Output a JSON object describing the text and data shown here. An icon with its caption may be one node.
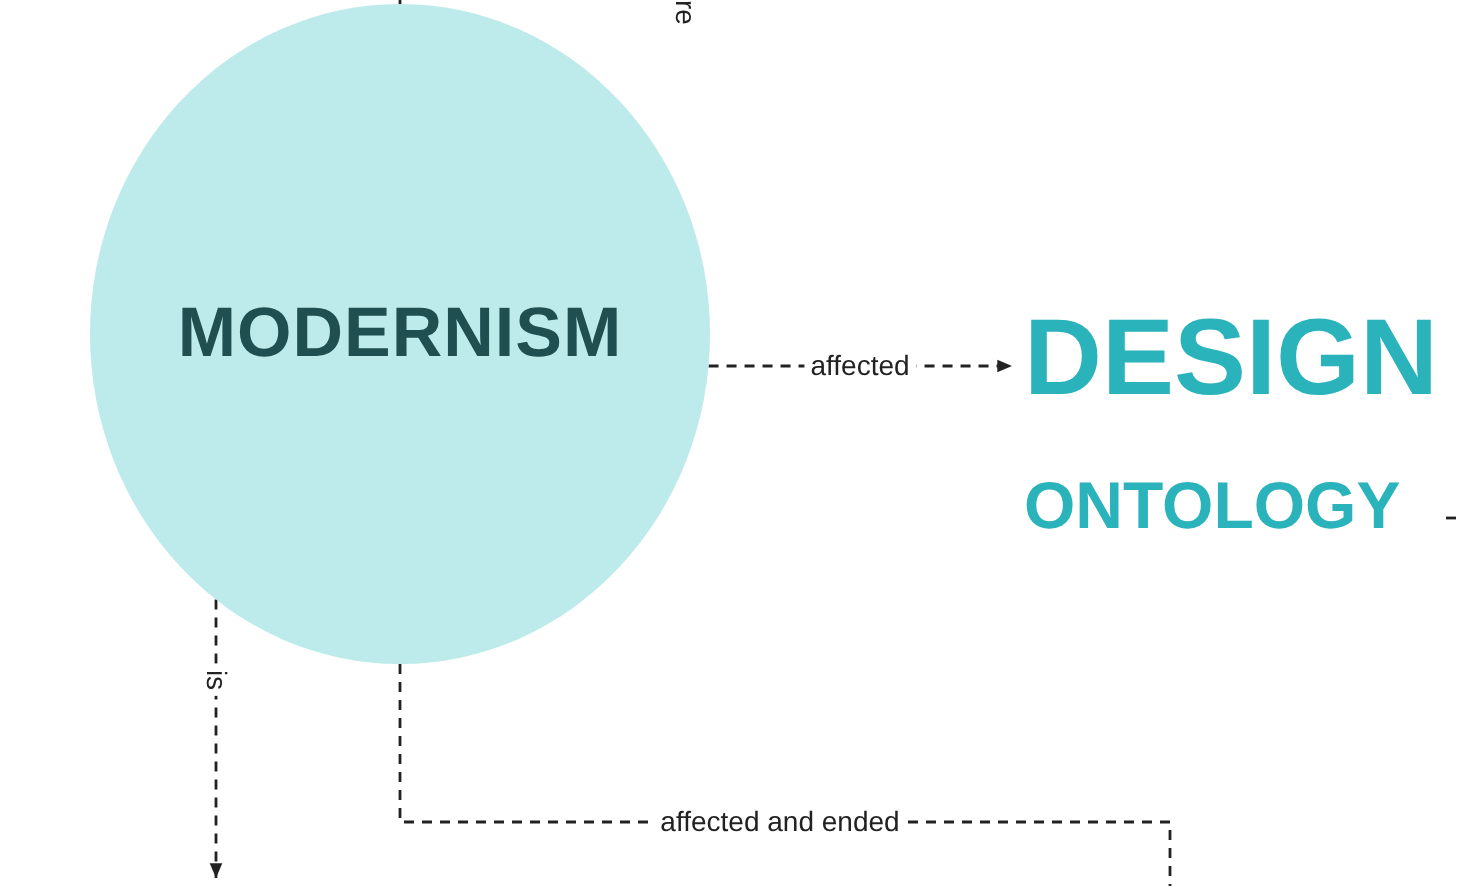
{
  "diagram": {
    "nodes": [
      {
        "text": [
          "MODERNISM"
        ]
      },
      {
        "text": [
          "DESIGN",
          "ONTOLOGY"
        ]
      }
    ],
    "edges": [
      {
        "from": 0,
        "to": 1,
        "arrow": "to",
        "label": "affected",
        "style": "dashed"
      },
      {
        "from": 0,
        "to": null,
        "arrow": "to",
        "label": "is",
        "style": "dashed"
      },
      {
        "from": 0,
        "to": null,
        "arrow": "none",
        "label": "affected and ended",
        "style": "dashed"
      },
      {
        "from": 0,
        "to": null,
        "arrow": "none"
      },
      {
        "from": 1,
        "to": null,
        "arrow": "none",
        "style": "dashed"
      }
    ],
    "labels": [
      "re"
    ]
  }
}
